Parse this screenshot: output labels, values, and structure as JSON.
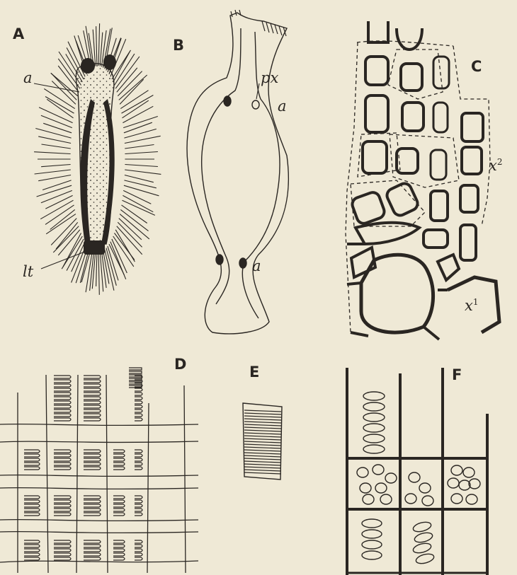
{
  "panels": {
    "a": "A",
    "b": "B",
    "c": "C",
    "d": "D",
    "e": "E",
    "f": "F"
  },
  "labels": {
    "a_cell_wall": "a",
    "a_torus": "lt",
    "b_pit": "px",
    "b_wall_upper": "a",
    "b_wall_lower": "a",
    "c_x2": "x",
    "c_x2_sup": "2",
    "c_x1": "x",
    "c_x1_sup": "1"
  },
  "colors": {
    "paper": "#efe9d6",
    "ink": "#2a2622"
  }
}
